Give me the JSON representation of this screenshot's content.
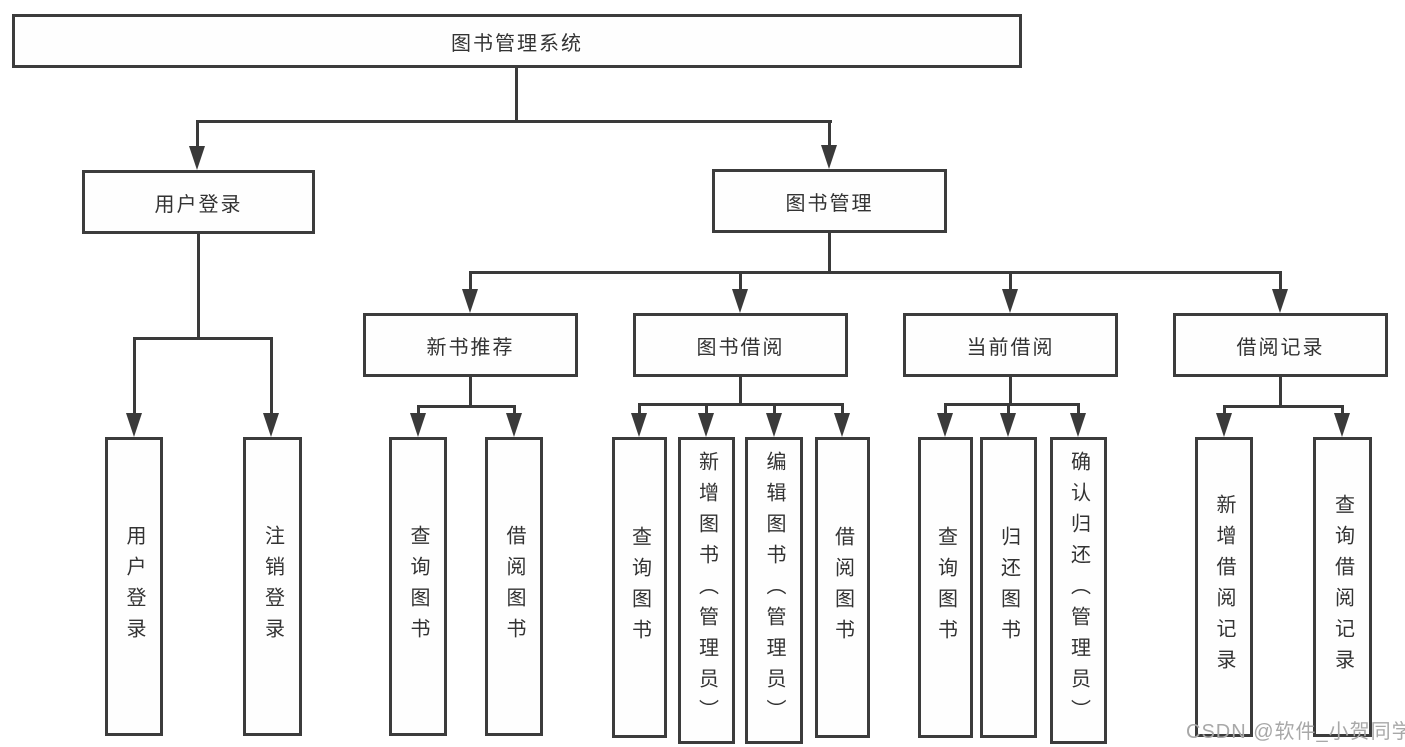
{
  "diagram": {
    "root": {
      "label": "图书管理系统"
    },
    "branches": [
      {
        "label": "用户登录",
        "children": [
          {
            "label": "用户登录"
          },
          {
            "label": "注销登录"
          }
        ]
      },
      {
        "label": "图书管理",
        "children": [
          {
            "label": "新书推荐",
            "children": [
              {
                "label": "查询图书"
              },
              {
                "label": "借阅图书"
              }
            ]
          },
          {
            "label": "图书借阅",
            "children": [
              {
                "label": "查询图书"
              },
              {
                "label": "新增图书（管理员）"
              },
              {
                "label": "编辑图书（管理员）"
              },
              {
                "label": "借阅图书"
              }
            ]
          },
          {
            "label": "当前借阅",
            "children": [
              {
                "label": "查询图书"
              },
              {
                "label": "归还图书"
              },
              {
                "label": "确认归还（管理员）"
              }
            ]
          },
          {
            "label": "借阅记录",
            "children": [
              {
                "label": "新增借阅记录"
              },
              {
                "label": "查询借阅记录"
              }
            ]
          }
        ]
      }
    ]
  },
  "watermark": {
    "text": "CSDN @软件_小贺同学",
    "color": "#a8a8a8"
  },
  "colors": {
    "line": "#3a3a3a",
    "box_border": "#3c3c3c",
    "text": "#333333",
    "background": "#ffffff"
  }
}
